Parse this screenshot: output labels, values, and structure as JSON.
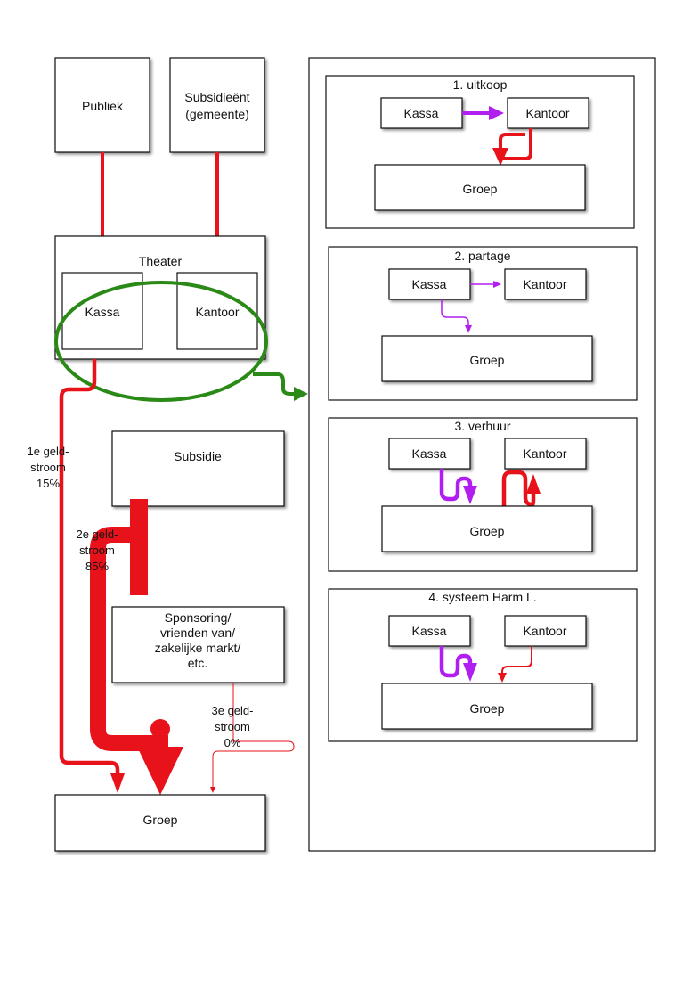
{
  "colors": {
    "red": "#e8121a",
    "purple": "#b01ef0",
    "green": "#2b8a17",
    "border": "#111111"
  },
  "left": {
    "publiek": "Publiek",
    "subsidient_line1": "Subsidieënt",
    "subsidient_line2": "(gemeente)",
    "theater": "Theater",
    "kassa": "Kassa",
    "kantoor": "Kantoor",
    "subsidie": "Subsidie",
    "sponsoring_lines": [
      "Sponsoring/",
      "vrienden van/",
      "zakelijke markt/",
      "etc."
    ],
    "groep": "Groep",
    "stroom1_lines": [
      "1e geld-",
      "stroom",
      "15%"
    ],
    "stroom2_lines": [
      "2e geld-",
      "stroom",
      "85%"
    ],
    "stroom3_lines": [
      "3e geld-",
      "stroom",
      "0%"
    ]
  },
  "scenarios": [
    {
      "title": "1. uitkoop",
      "kassa": "Kassa",
      "kantoor": "Kantoor",
      "groep": "Groep"
    },
    {
      "title": "2. partage",
      "kassa": "Kassa",
      "kantoor": "Kantoor",
      "groep": "Groep"
    },
    {
      "title": "3. verhuur",
      "kassa": "Kassa",
      "kantoor": "Kantoor",
      "groep": "Groep"
    },
    {
      "title": "4. systeem Harm L.",
      "kassa": "Kassa",
      "kantoor": "Kantoor",
      "groep": "Groep"
    }
  ]
}
